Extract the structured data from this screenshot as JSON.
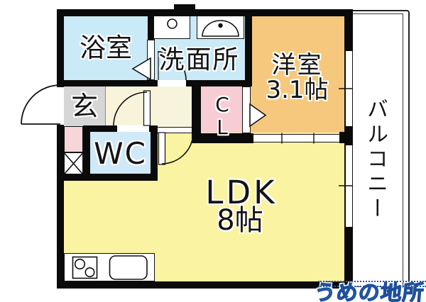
{
  "rooms": {
    "bathroom": {
      "label": "浴室",
      "color": "#c9eaf6"
    },
    "washroom": {
      "label": "洗面所",
      "color": "#c9eaf6"
    },
    "western": {
      "label": "洋室",
      "size": "3.1帖",
      "color": "#f6c87e"
    },
    "balcony": {
      "label": "バルコニー",
      "color": "#ffffff"
    },
    "entrance": {
      "label": "玄",
      "color": "#d6d6d6"
    },
    "closet": {
      "label": "CL",
      "color": "#f8ccd4"
    },
    "wc": {
      "label": "WC",
      "color": "#cfe9f8"
    },
    "hallway": {
      "color": "#f8f4dc"
    },
    "ldk": {
      "label": "LDK",
      "size": "8帖",
      "color": "#faf3a1"
    }
  },
  "fixtures": {
    "washing_machine_pan": "washing-machine-pan",
    "vanity_sink": "vanity-sink",
    "stove": "stove-2-burner",
    "kitchen_sink": "kitchen-sink",
    "pipe_space": "x-box"
  },
  "colors": {
    "wall": "#0a0a0a",
    "pink_box": "#f6d6d9",
    "watermark_blue": "#6291cc",
    "watermark_outline": "#1d4f9c"
  },
  "watermark": {
    "text": "うめの地所"
  }
}
